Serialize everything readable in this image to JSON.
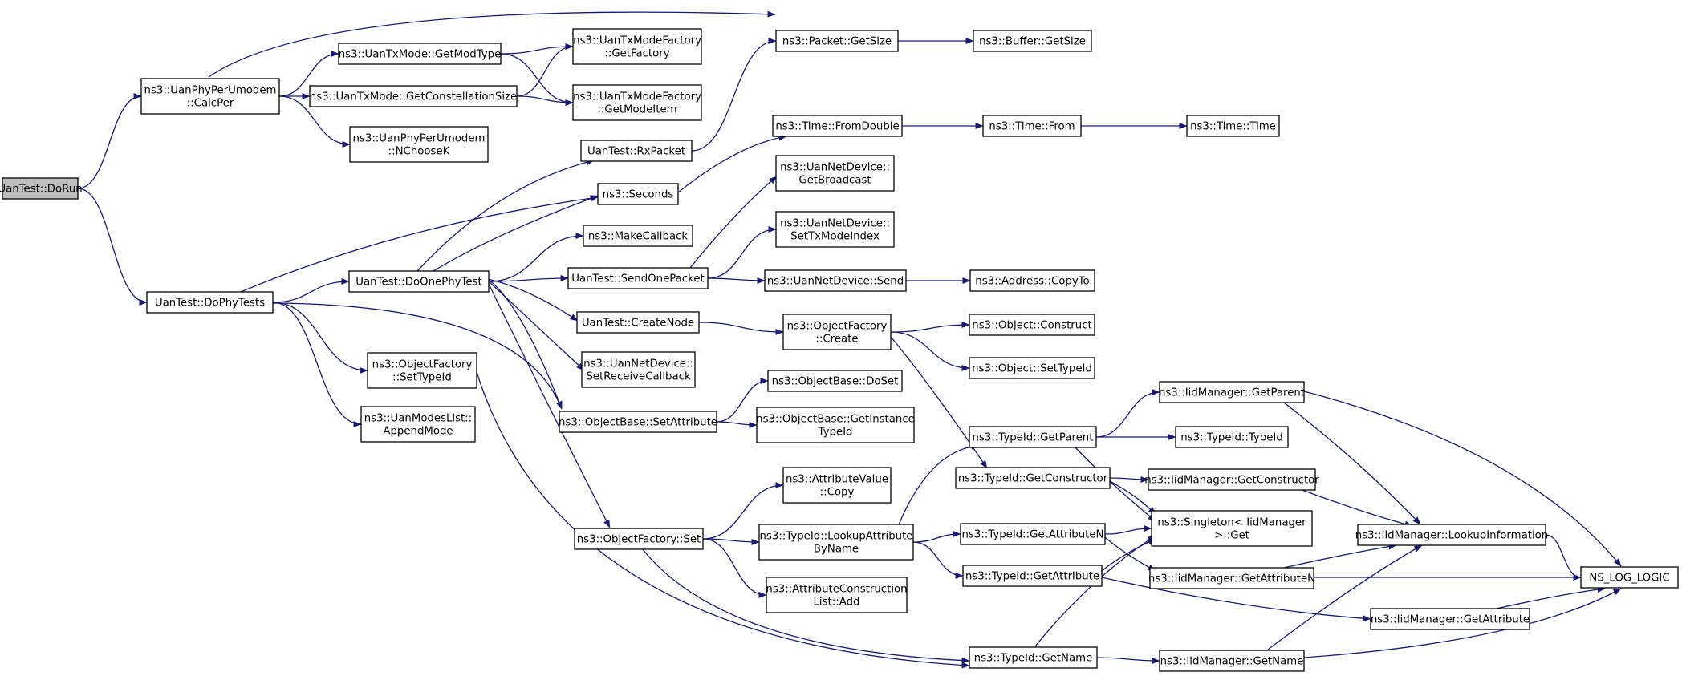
{
  "colors": {
    "edge": "#191970",
    "node_border": "#000000",
    "node_border_truncated": "#ff0000",
    "root_fill": "#bfbfbf",
    "node_fill": "#ffffff"
  },
  "nodes": [
    {
      "id": "dorun",
      "lines": [
        "UanTest::DoRun"
      ],
      "style": "root"
    },
    {
      "id": "calcper",
      "lines": [
        "ns3::UanPhyPerUmodem",
        "::CalcPer"
      ]
    },
    {
      "id": "dophytests",
      "lines": [
        "UanTest::DoPhyTests"
      ]
    },
    {
      "id": "getmodtype",
      "lines": [
        "ns3::UanTxMode::GetModType"
      ]
    },
    {
      "id": "getconst",
      "lines": [
        "ns3::UanTxMode::GetConstellationSize"
      ]
    },
    {
      "id": "nchoosek",
      "lines": [
        "ns3::UanPhyPerUmodem",
        "::NChooseK"
      ]
    },
    {
      "id": "dsetypeid",
      "lines": [
        "ns3::ObjectFactory",
        "::SetTypeId"
      ]
    },
    {
      "id": "appendmode",
      "lines": [
        "ns3::UanModesList::",
        "AppendMode"
      ]
    },
    {
      "id": "doonephytest",
      "lines": [
        "UanTest::DoOnePhyTest"
      ]
    },
    {
      "id": "getfactory",
      "lines": [
        "ns3::UanTxModeFactory",
        "::GetFactory"
      ]
    },
    {
      "id": "getmodeitem",
      "lines": [
        "ns3::UanTxModeFactory",
        "::GetModeItem"
      ]
    },
    {
      "id": "rxpacket",
      "lines": [
        "UanTest::RxPacket"
      ]
    },
    {
      "id": "seconds",
      "lines": [
        "ns3::Seconds"
      ]
    },
    {
      "id": "makecallback",
      "lines": [
        "ns3::MakeCallback"
      ]
    },
    {
      "id": "sendonepacket",
      "lines": [
        "UanTest::SendOnePacket"
      ]
    },
    {
      "id": "createnode",
      "lines": [
        "UanTest::CreateNode"
      ]
    },
    {
      "id": "setreceivecb",
      "lines": [
        "ns3::UanNetDevice::",
        "SetReceiveCallback"
      ]
    },
    {
      "id": "setattribute",
      "lines": [
        "ns3::ObjectBase::SetAttribute"
      ]
    },
    {
      "id": "ofset",
      "lines": [
        "ns3::ObjectFactory::Set"
      ]
    },
    {
      "id": "packetgetsize",
      "lines": [
        "ns3::Packet::GetSize"
      ]
    },
    {
      "id": "fromdouble",
      "lines": [
        "ns3::Time::FromDouble"
      ]
    },
    {
      "id": "getbroadcast",
      "lines": [
        "ns3::UanNetDevice::",
        "GetBroadcast"
      ]
    },
    {
      "id": "settxmodeindex",
      "lines": [
        "ns3::UanNetDevice::",
        "SetTxModeIndex"
      ]
    },
    {
      "id": "netdevsend",
      "lines": [
        "ns3::UanNetDevice::Send"
      ]
    },
    {
      "id": "ofcreate",
      "lines": [
        "ns3::ObjectFactory",
        "::Create"
      ]
    },
    {
      "id": "doset",
      "lines": [
        "ns3::ObjectBase::DoSet"
      ]
    },
    {
      "id": "getinstancetypeid",
      "lines": [
        "ns3::ObjectBase::GetInstance",
        "TypeId"
      ]
    },
    {
      "id": "avcopy",
      "lines": [
        "ns3::AttributeValue",
        "::Copy"
      ]
    },
    {
      "id": "lookupattr",
      "lines": [
        "ns3::TypeId::LookupAttribute",
        "ByName"
      ]
    },
    {
      "id": "aclistadd",
      "lines": [
        "ns3::AttributeConstruction",
        "List::Add"
      ]
    },
    {
      "id": "buffergetsize",
      "lines": [
        "ns3::Buffer::GetSize"
      ]
    },
    {
      "id": "timefrom",
      "lines": [
        "ns3::Time::From"
      ]
    },
    {
      "id": "addresscopyto",
      "lines": [
        "ns3::Address::CopyTo"
      ]
    },
    {
      "id": "objconstruct",
      "lines": [
        "ns3::Object::Construct"
      ],
      "style": "truncated"
    },
    {
      "id": "objsettypeid",
      "lines": [
        "ns3::Object::SetTypeId"
      ],
      "style": "truncated"
    },
    {
      "id": "tgetparent",
      "lines": [
        "ns3::TypeId::GetParent"
      ]
    },
    {
      "id": "tgetconstructor",
      "lines": [
        "ns3::TypeId::GetConstructor"
      ]
    },
    {
      "id": "tgetattributen",
      "lines": [
        "ns3::TypeId::GetAttributeN"
      ]
    },
    {
      "id": "tgetattribute",
      "lines": [
        "ns3::TypeId::GetAttribute"
      ]
    },
    {
      "id": "tgetname",
      "lines": [
        "ns3::TypeId::GetName"
      ]
    },
    {
      "id": "timetime",
      "lines": [
        "ns3::Time::Time"
      ],
      "style": "truncated"
    },
    {
      "id": "iidgetparent",
      "lines": [
        "ns3::IidManager::GetParent"
      ]
    },
    {
      "id": "typeidtypeid",
      "lines": [
        "ns3::TypeId::TypeId"
      ]
    },
    {
      "id": "iidgetconstructor",
      "lines": [
        "ns3::IidManager::GetConstructor"
      ]
    },
    {
      "id": "singletonget",
      "lines": [
        "ns3::Singleton< IidManager",
        " >::Get"
      ]
    },
    {
      "id": "iidgetattributen",
      "lines": [
        "ns3::IidManager::GetAttributeN"
      ]
    },
    {
      "id": "iidgetname",
      "lines": [
        "ns3::IidManager::GetName"
      ]
    },
    {
      "id": "iidlookupinfo",
      "lines": [
        "ns3::IidManager::LookupInformation"
      ]
    },
    {
      "id": "iidgetattribute",
      "lines": [
        "ns3::IidManager::GetAttribute"
      ]
    },
    {
      "id": "nslog",
      "lines": [
        "NS_LOG_LOGIC"
      ]
    }
  ],
  "edges": [
    [
      "dorun",
      "calcper"
    ],
    [
      "dorun",
      "dophytests"
    ],
    [
      "calcper",
      "packetgetsize"
    ],
    [
      "calcper",
      "getmodtype"
    ],
    [
      "calcper",
      "getconst"
    ],
    [
      "calcper",
      "nchoosek"
    ],
    [
      "getmodtype",
      "getfactory"
    ],
    [
      "getmodtype",
      "getmodeitem"
    ],
    [
      "getconst",
      "getfactory"
    ],
    [
      "getconst",
      "getmodeitem"
    ],
    [
      "dophytests",
      "seconds"
    ],
    [
      "dophytests",
      "doonephytest"
    ],
    [
      "dophytests",
      "dsetypeid"
    ],
    [
      "dophytests",
      "appendmode"
    ],
    [
      "dophytests",
      "setattribute"
    ],
    [
      "doonephytest",
      "rxpacket"
    ],
    [
      "doonephytest",
      "seconds"
    ],
    [
      "doonephytest",
      "makecallback"
    ],
    [
      "doonephytest",
      "sendonepacket"
    ],
    [
      "doonephytest",
      "createnode"
    ],
    [
      "doonephytest",
      "setreceivecb"
    ],
    [
      "doonephytest",
      "setattribute"
    ],
    [
      "doonephytest",
      "ofset"
    ],
    [
      "rxpacket",
      "packetgetsize"
    ],
    [
      "seconds",
      "fromdouble"
    ],
    [
      "sendonepacket",
      "getbroadcast"
    ],
    [
      "sendonepacket",
      "settxmodeindex"
    ],
    [
      "sendonepacket",
      "netdevsend"
    ],
    [
      "createnode",
      "ofcreate"
    ],
    [
      "setattribute",
      "doset"
    ],
    [
      "setattribute",
      "getinstancetypeid"
    ],
    [
      "ofset",
      "avcopy"
    ],
    [
      "ofset",
      "lookupattr"
    ],
    [
      "ofset",
      "aclistadd"
    ],
    [
      "ofset",
      "tgetname"
    ],
    [
      "dsetypeid",
      "tgetname"
    ],
    [
      "packetgetsize",
      "buffergetsize"
    ],
    [
      "fromdouble",
      "timefrom"
    ],
    [
      "timefrom",
      "timetime"
    ],
    [
      "netdevsend",
      "addresscopyto"
    ],
    [
      "ofcreate",
      "objconstruct"
    ],
    [
      "ofcreate",
      "objsettypeid"
    ],
    [
      "ofcreate",
      "tgetconstructor"
    ],
    [
      "lookupattr",
      "tgetparent"
    ],
    [
      "lookupattr",
      "tgetattributen"
    ],
    [
      "lookupattr",
      "tgetattribute"
    ],
    [
      "tgetparent",
      "iidgetparent"
    ],
    [
      "tgetparent",
      "typeidtypeid"
    ],
    [
      "tgetparent",
      "singletonget"
    ],
    [
      "tgetconstructor",
      "iidgetconstructor"
    ],
    [
      "tgetconstructor",
      "singletonget"
    ],
    [
      "tgetattributen",
      "singletonget"
    ],
    [
      "tgetattributen",
      "iidgetattributen"
    ],
    [
      "tgetattribute",
      "singletonget"
    ],
    [
      "tgetattribute",
      "iidgetattribute"
    ],
    [
      "tgetname",
      "singletonget"
    ],
    [
      "tgetname",
      "iidgetname"
    ],
    [
      "iidgetparent",
      "iidlookupinfo"
    ],
    [
      "iidgetparent",
      "nslog"
    ],
    [
      "iidgetconstructor",
      "iidlookupinfo"
    ],
    [
      "iidgetattributen",
      "iidlookupinfo"
    ],
    [
      "iidgetattributen",
      "nslog"
    ],
    [
      "iidgetname",
      "iidlookupinfo"
    ],
    [
      "iidgetname",
      "nslog"
    ],
    [
      "iidlookupinfo",
      "nslog"
    ],
    [
      "iidgetattribute",
      "nslog"
    ]
  ]
}
